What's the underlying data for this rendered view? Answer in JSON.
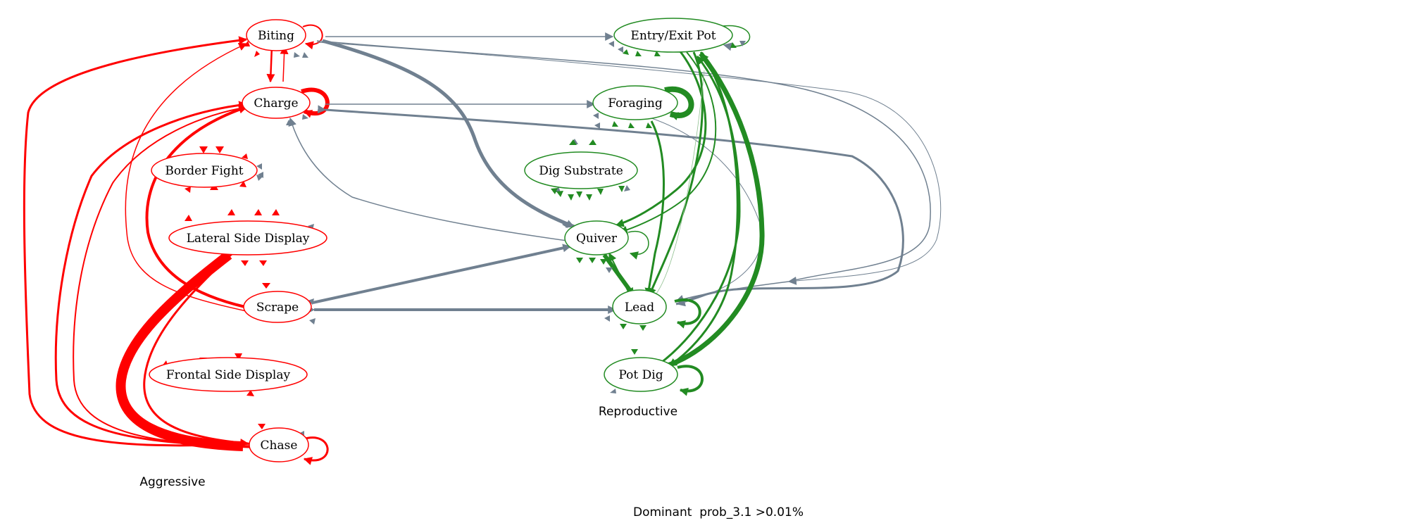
{
  "colors": {
    "aggressive": "#ff0000",
    "reproductive": "#228b22",
    "cross": "#708090",
    "background": "#ffffff"
  },
  "groups": {
    "aggressive": "Aggressive",
    "reproductive": "Reproductive"
  },
  "caption": "Dominant  prob_3.1 >0.01%",
  "nodes": {
    "biting": "Biting",
    "charge": "Charge",
    "border_fight": "Border Fight",
    "lateral_side_display": "Lateral Side Display",
    "scrape": "Scrape",
    "frontal_side_display": "Frontal Side Display",
    "chase": "Chase",
    "entry_exit_pot": "Entry/Exit Pot",
    "foraging": "Foraging",
    "dig_substrate": "Dig Substrate",
    "quiver": "Quiver",
    "lead": "Lead",
    "pot_dig": "Pot Dig"
  }
}
